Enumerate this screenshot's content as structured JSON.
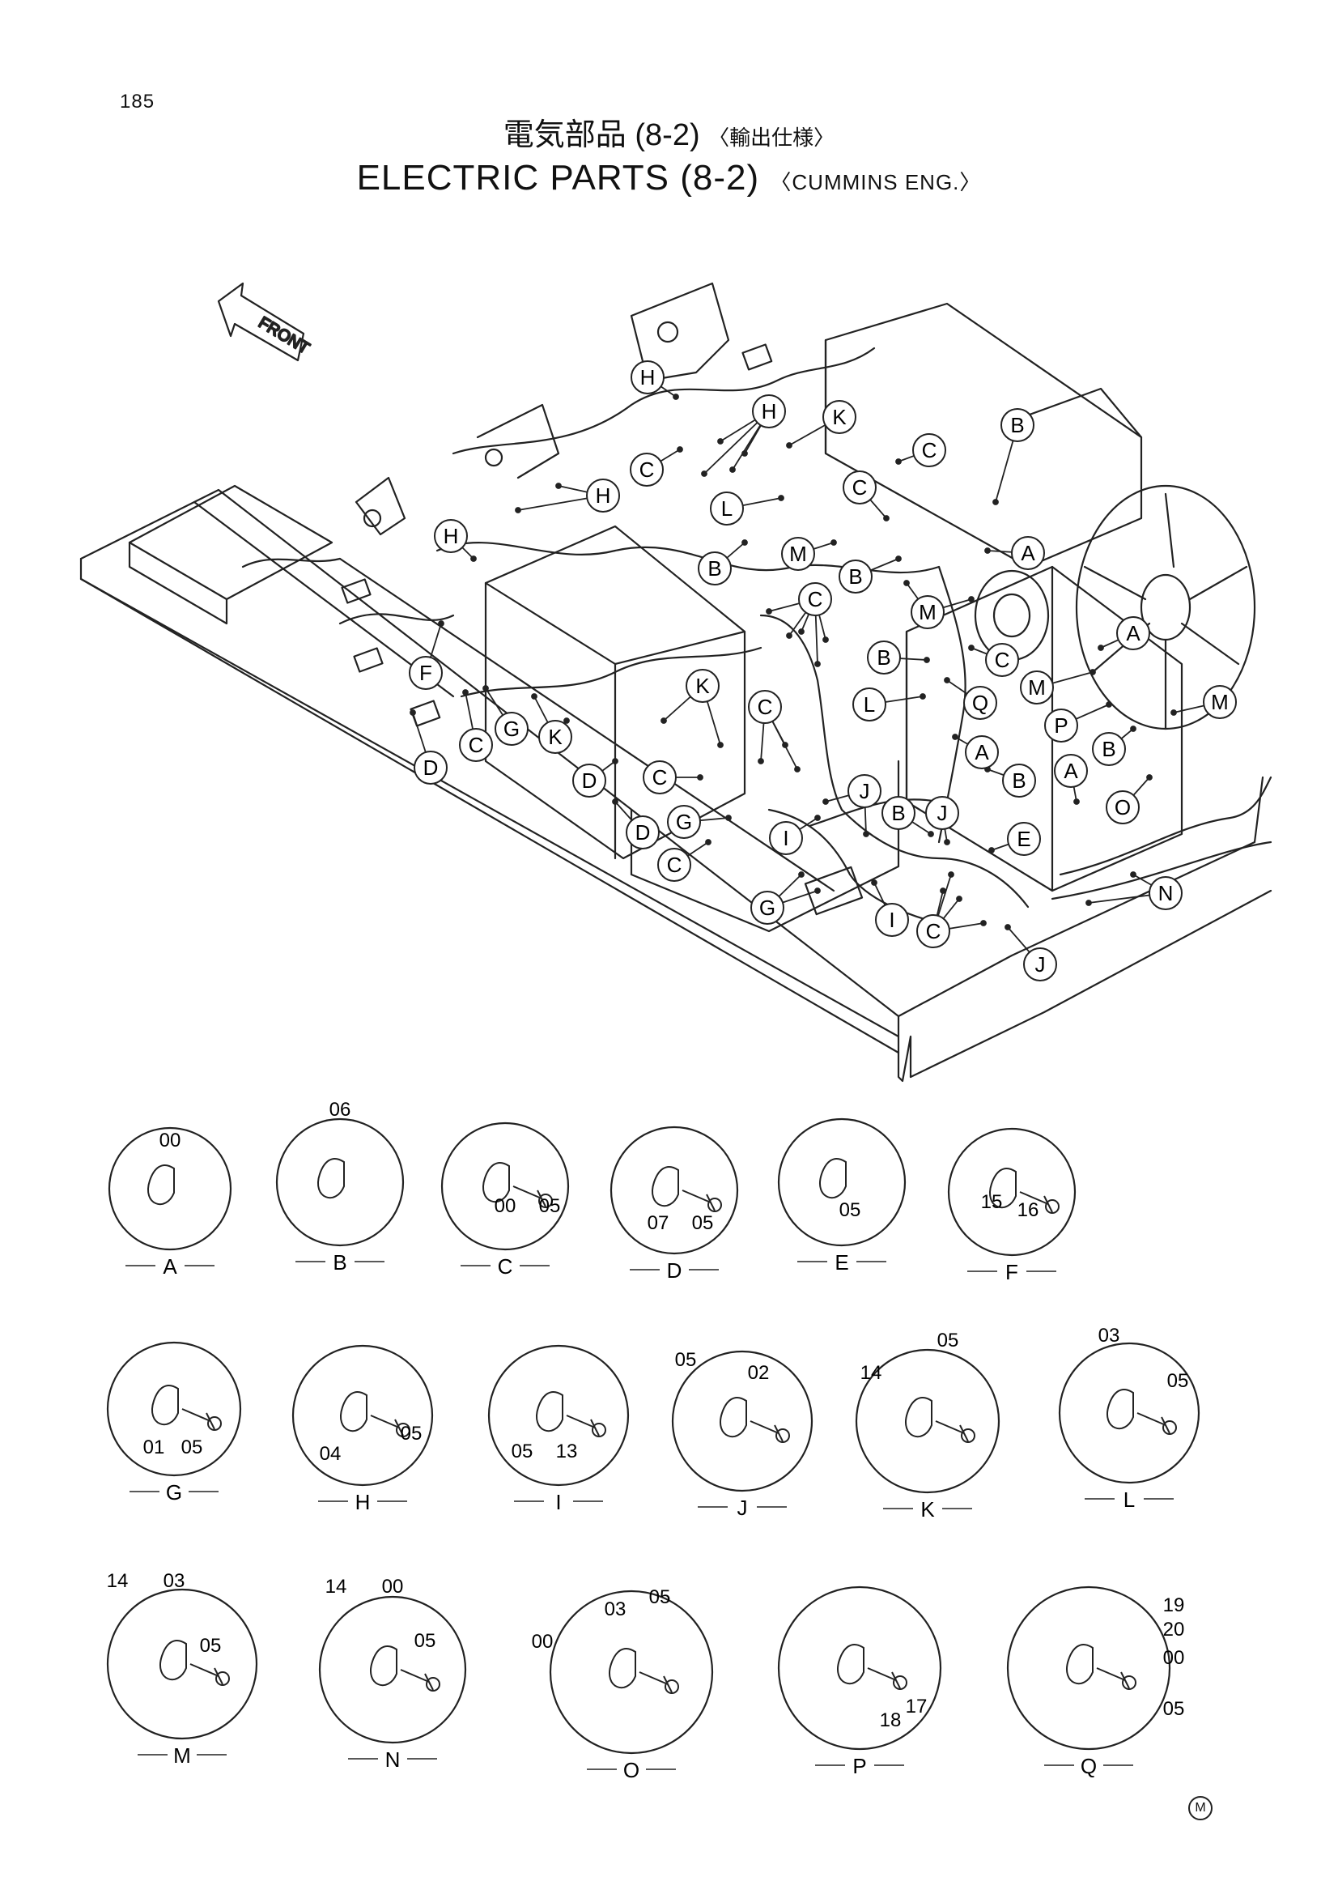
{
  "page_number": "185",
  "title_jp": {
    "main": "電気部品",
    "part": "(8-2)",
    "spec": "〈輸出仕様〉"
  },
  "title_en": {
    "main": "ELECTRIC PARTS",
    "part": "(8-2)",
    "spec": "〈CUMMINS ENG.〉"
  },
  "front_label": "FRONT",
  "callouts": [
    "A",
    "B",
    "C",
    "D",
    "E",
    "F",
    "G",
    "H",
    "I",
    "J",
    "K",
    "L",
    "M",
    "N",
    "O",
    "P",
    "Q"
  ],
  "details": [
    {
      "letter": "A",
      "parts": [
        "00"
      ]
    },
    {
      "letter": "B",
      "parts": [
        "06"
      ]
    },
    {
      "letter": "C",
      "parts": [
        "00",
        "05"
      ]
    },
    {
      "letter": "D",
      "parts": [
        "07",
        "05"
      ]
    },
    {
      "letter": "E",
      "parts": [
        "05"
      ]
    },
    {
      "letter": "F",
      "parts": [
        "15",
        "16"
      ]
    },
    {
      "letter": "G",
      "parts": [
        "01",
        "05"
      ]
    },
    {
      "letter": "H",
      "parts": [
        "04",
        "05"
      ]
    },
    {
      "letter": "I",
      "parts": [
        "05",
        "13"
      ]
    },
    {
      "letter": "J",
      "parts": [
        "05",
        "02"
      ]
    },
    {
      "letter": "K",
      "parts": [
        "14",
        "05"
      ]
    },
    {
      "letter": "L",
      "parts": [
        "03",
        "05"
      ]
    },
    {
      "letter": "M",
      "parts": [
        "14",
        "03",
        "05"
      ]
    },
    {
      "letter": "N",
      "parts": [
        "14",
        "00",
        "05"
      ]
    },
    {
      "letter": "O",
      "parts": [
        "00",
        "03",
        "05"
      ]
    },
    {
      "letter": "P",
      "parts": [
        "18",
        "17"
      ]
    },
    {
      "letter": "Q",
      "parts": [
        "19",
        "20",
        "00",
        "05"
      ]
    }
  ],
  "footer_mark": "M"
}
